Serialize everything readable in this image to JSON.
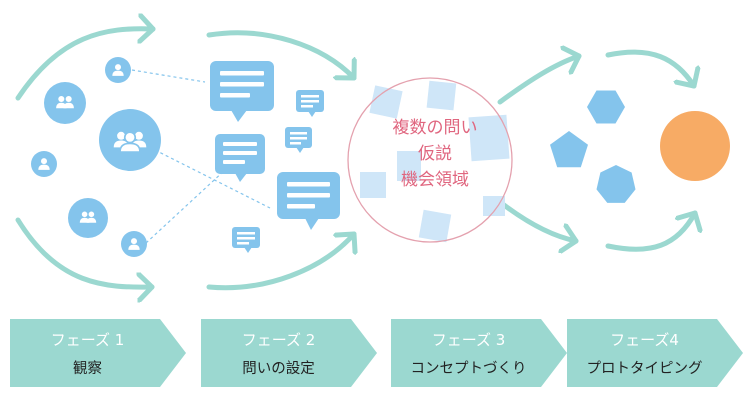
{
  "colors": {
    "teal": "#9bd8d0",
    "blue": "#84c4ec",
    "light_blue": "#cfe6f8",
    "circle_ring": "#e4a1ae",
    "text_pink": "#e0667f",
    "orange": "#f7ab65"
  },
  "icons": {
    "people": "user-group-icon",
    "person": "user-icon",
    "speech": "speech-bubble-icon",
    "hexagon": "hexagon-icon",
    "pentagon": "pentagon-icon",
    "heptagon": "heptagon-icon"
  },
  "circle": {
    "lines": [
      "複数の問い",
      "仮説",
      "機会領域"
    ]
  },
  "phases": [
    {
      "title": "フェーズ 1",
      "name": "観察"
    },
    {
      "title": "フェーズ 2",
      "name": "問いの設定"
    },
    {
      "title": "フェーズ 3",
      "name": "コンセプトづくり"
    },
    {
      "title": "フェーズ4",
      "name": "プロトタイピング"
    }
  ]
}
